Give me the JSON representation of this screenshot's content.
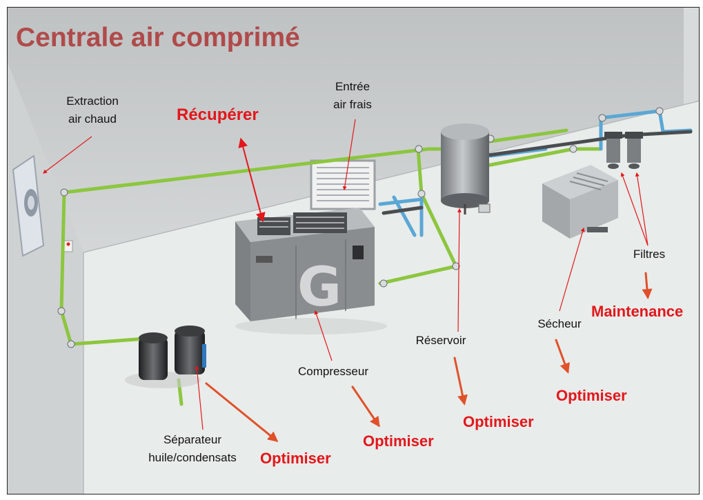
{
  "title": "Centrale air comprimé",
  "labels": {
    "extraction": [
      "Extraction",
      "air chaud"
    ],
    "entree": [
      "Entrée",
      "air frais"
    ],
    "filtres": "Filtres",
    "secheur": "Sécheur",
    "reservoir": "Réservoir",
    "compresseur": "Compresseur",
    "separateur": [
      "Séparateur",
      "huile/condensats"
    ]
  },
  "actions": {
    "recuperer": "Récupérer",
    "maintenance": "Maintenance",
    "optimiser_secheur": "Optimiser",
    "optimiser_reservoir": "Optimiser",
    "optimiser_compresseur": "Optimiser",
    "optimiser_separateur": "Optimiser"
  },
  "compressor_logo": "G",
  "colors": {
    "title": "#b04a4a",
    "action": "#e3161b",
    "arrow_orange": "#e0502a",
    "pipe_green": "#8cc63f",
    "pipe_blue": "#5aa7d6",
    "equipment_gray": "#8a8d90",
    "floor": "#e8ecea",
    "wall": "#c9cccd"
  }
}
